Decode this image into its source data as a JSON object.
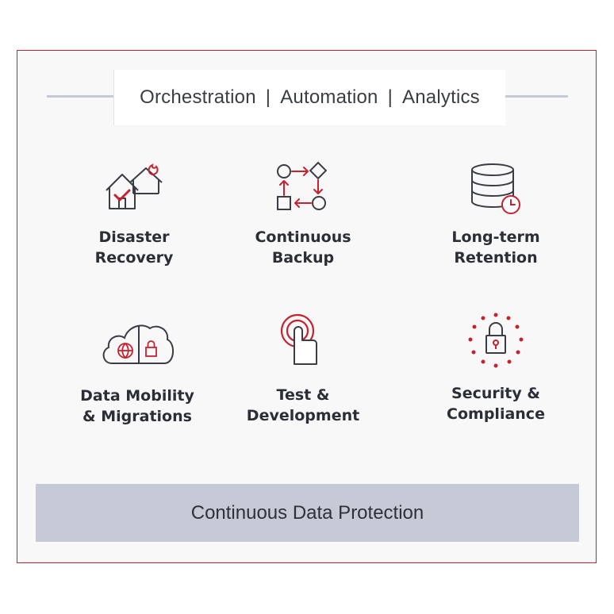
{
  "header": {
    "items": [
      "Orchestration",
      "Automation",
      "Analytics"
    ],
    "separator": "|"
  },
  "tiles": [
    {
      "label": "Disaster\nRecovery",
      "icon": "house-checkmark-icon"
    },
    {
      "label": "Continuous\nBackup",
      "icon": "cycle-flow-icon"
    },
    {
      "label": "Long-term\nRetention",
      "icon": "database-clock-icon"
    },
    {
      "label": "Data Mobility\n& Migrations",
      "icon": "cloud-globe-lock-icon"
    },
    {
      "label": "Test &\nDevelopment",
      "icon": "touch-tap-icon"
    },
    {
      "label": "Security &\nCompliance",
      "icon": "padlock-ring-icon"
    }
  ],
  "footer": {
    "label": "Continuous Data Protection"
  },
  "colors": {
    "accent": "#c8202f",
    "line": "#3a3d44",
    "band": "#c5cad6"
  }
}
